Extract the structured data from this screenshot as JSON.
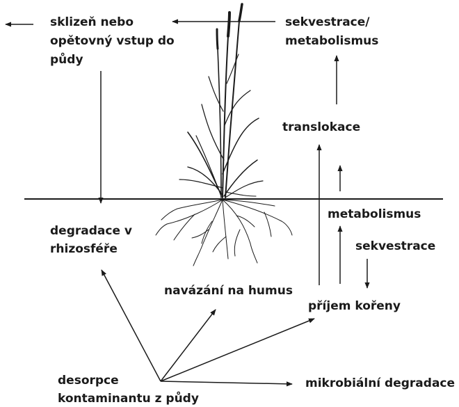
{
  "labels": {
    "harvest_line1": "sklizeň nebo",
    "harvest_line2": "opětovný vstup do",
    "harvest_line3": "půdy",
    "sequestration_top_line1": "sekvestrace/",
    "sequestration_top_line2": "metabolismus",
    "translocation": "translokace",
    "metabolism": "metabolismus",
    "sequestration": "sekvestrace",
    "rhizosphere_line1": "degradace v",
    "rhizosphere_line2": "rhizosféře",
    "humus_binding": "navázání na humus",
    "root_uptake": "příjem kořeny",
    "desorption_line1": "desorpce",
    "desorption_line2": "kontaminantu z půdy",
    "microbial_degradation": "mikrobiální degradace"
  },
  "colors": {
    "ink": "#1a1a1a",
    "background": "#ffffff"
  }
}
